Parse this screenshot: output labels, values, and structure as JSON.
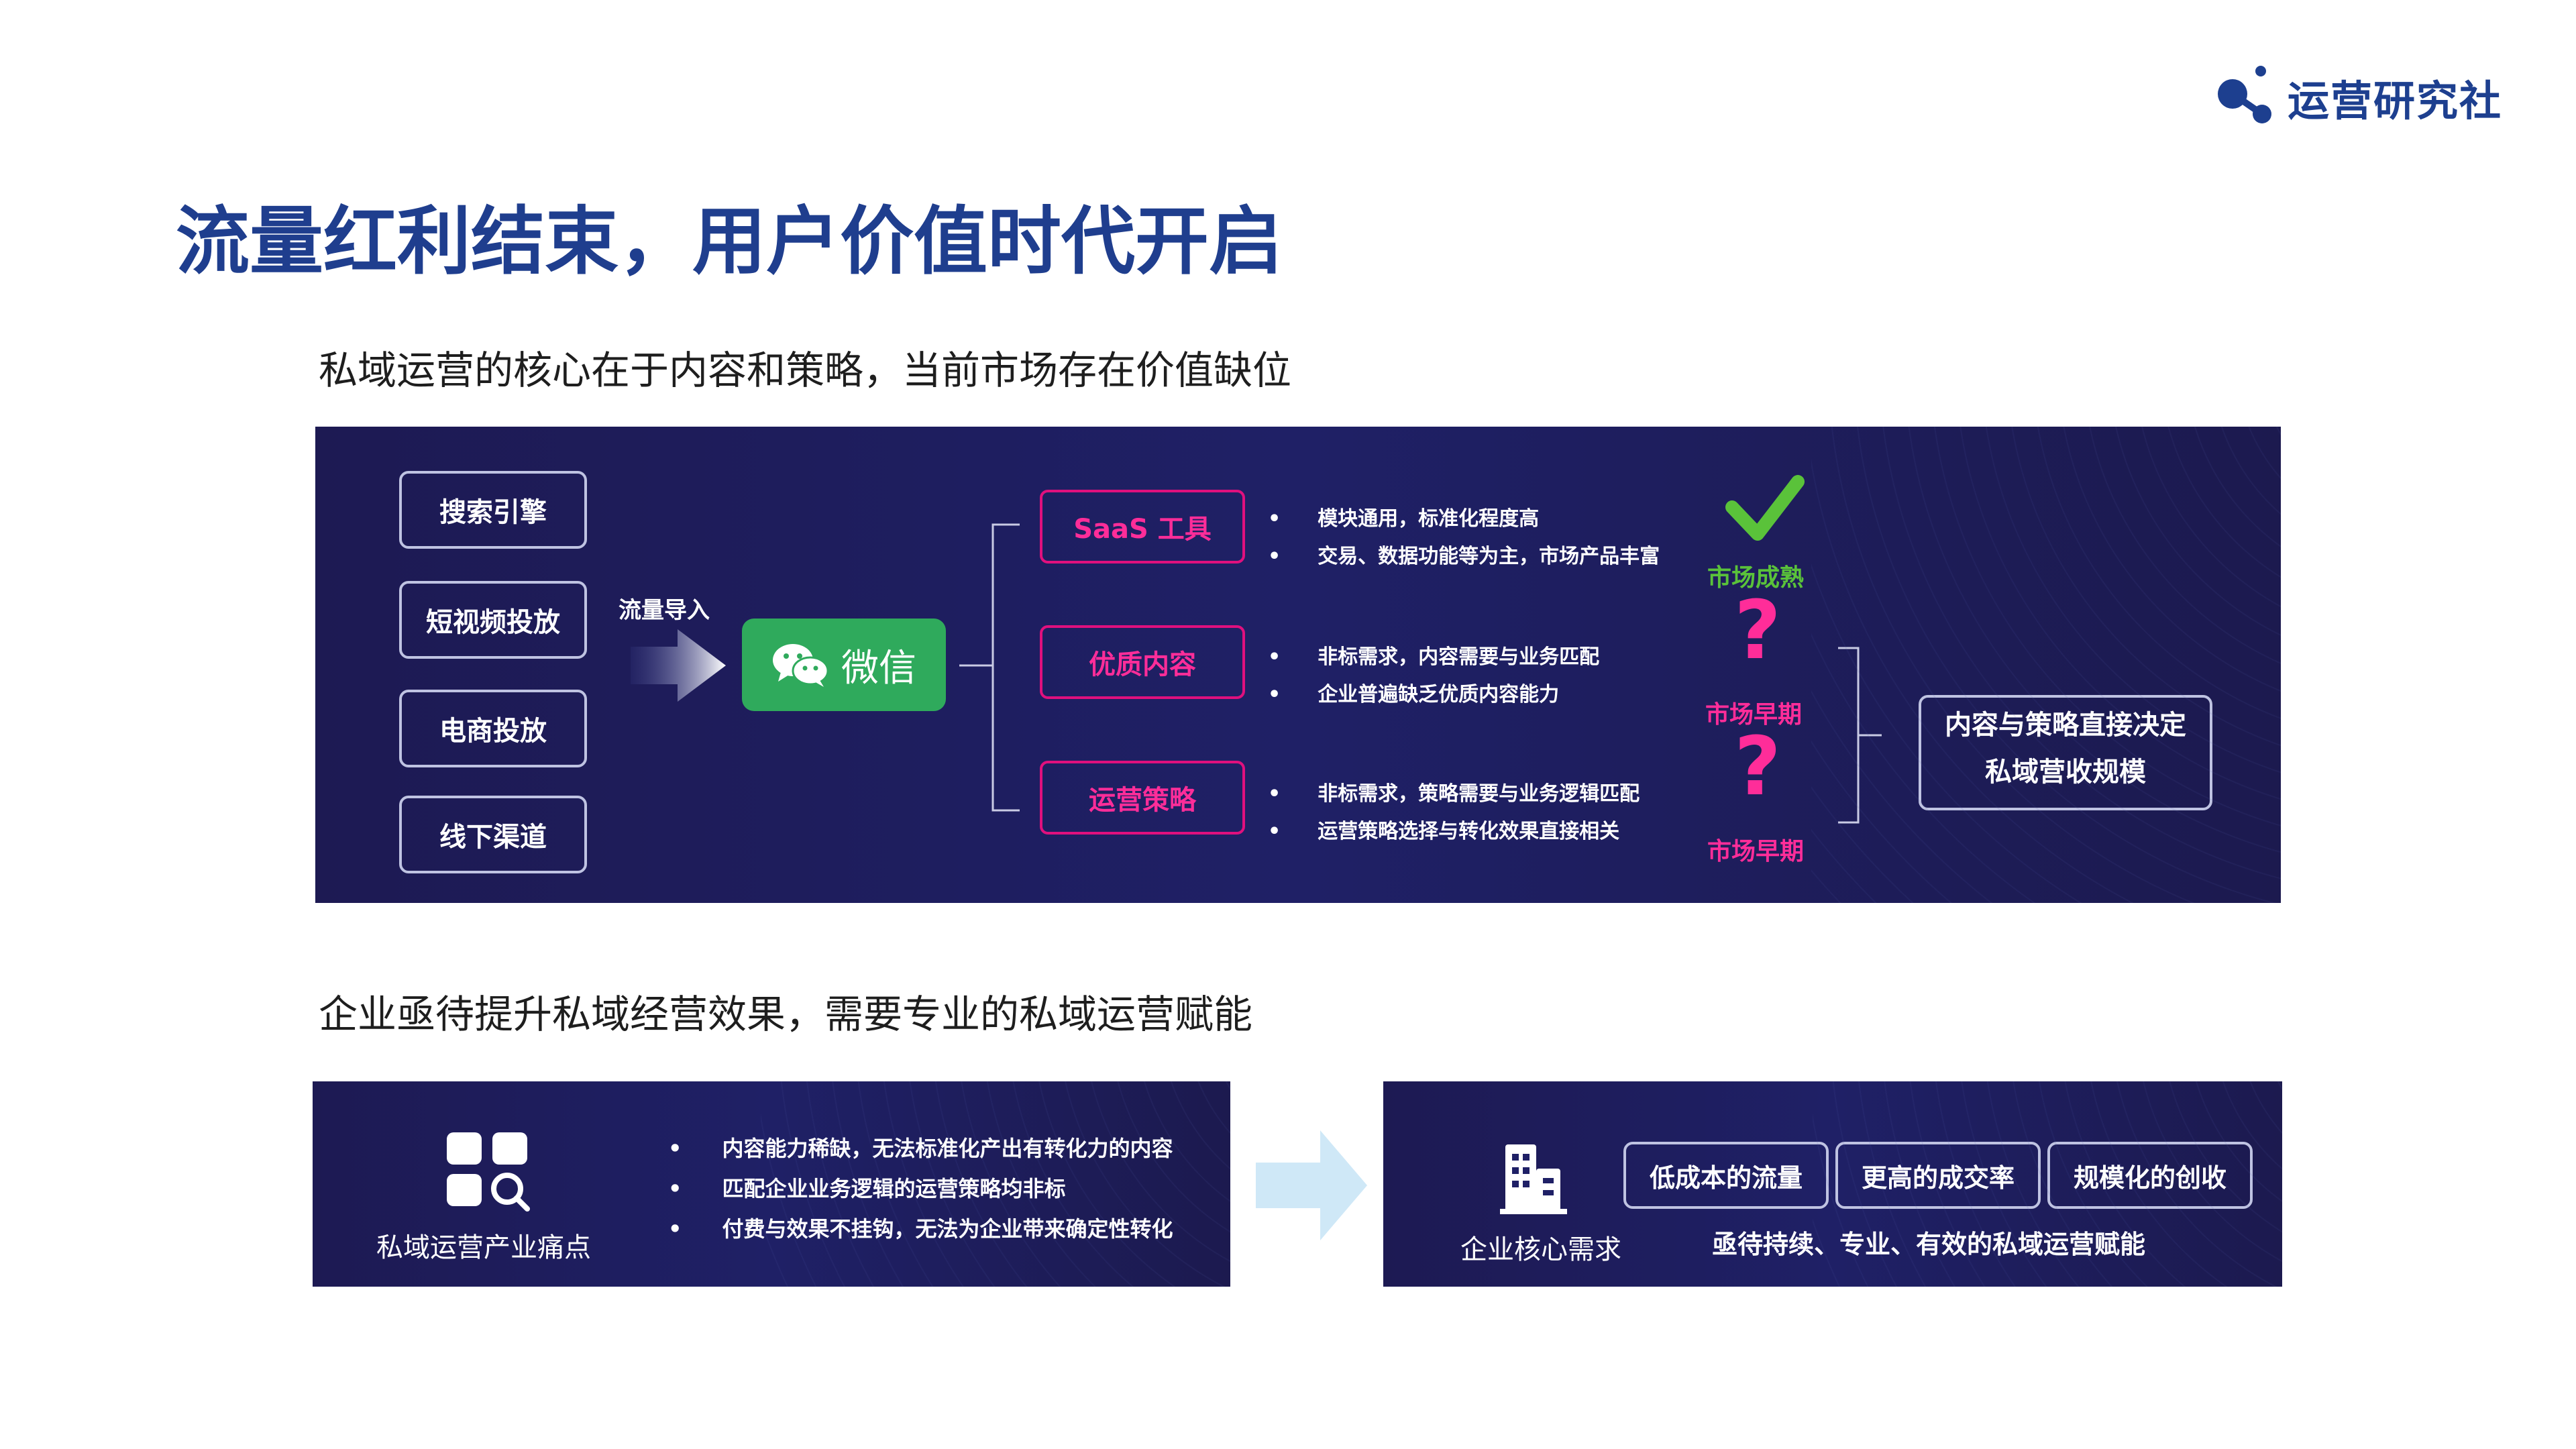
{
  "header": {
    "brand": "运营研究社",
    "title": "流量红利结束，用户价值时代开启",
    "colors": {
      "brand": "#1d3f8f",
      "accent_pink": "#e0107e",
      "wechat_green": "#2faa5c",
      "check_green": "#5ac23a"
    }
  },
  "section1": {
    "subtitle": "私域运营的核心在于内容和策略，当前市场存在价值缺位",
    "channels": [
      "搜索引擎",
      "短视频投放",
      "电商投放",
      "线下渠道"
    ],
    "flow_label": "流量导入",
    "hub": {
      "label": "微信",
      "icon": "wechat-icon"
    },
    "branches": [
      {
        "label": "SaaS 工具",
        "points": [
          "模块通用，标准化程度高",
          "交易、数据功能等为主，市场产品丰富"
        ],
        "status": "市场成熟",
        "status_icon": "check-icon"
      },
      {
        "label": "优质内容",
        "points": [
          "非标需求，内容需要与业务匹配",
          "企业普遍缺乏优质内容能力"
        ],
        "status": "市场早期",
        "status_icon": "question-icon"
      },
      {
        "label": "运营策略",
        "points": [
          "非标需求，策略需要与业务逻辑匹配",
          "运营策略选择与转化效果直接相关"
        ],
        "status": "市场早期",
        "status_icon": "question-icon"
      }
    ],
    "result": {
      "line1": "内容与策略直接决定",
      "line2": "私域营收规模"
    }
  },
  "section2": {
    "subtitle": "企业亟待提升私域经营效果，需要专业的私域运营赋能",
    "pain": {
      "label": "私域运营产业痛点",
      "points": [
        "内容能力稀缺，无法标准化产出有转化力的内容",
        "匹配企业业务逻辑的运营策略均非标",
        "付费与效果不挂钩，无法为企业带来确定性转化"
      ]
    },
    "need": {
      "label": "企业核心需求",
      "boxes": [
        "低成本的流量",
        "更高的成交率",
        "规模化的创收"
      ],
      "summary": "亟待持续、专业、有效的私域运营赋能"
    }
  }
}
